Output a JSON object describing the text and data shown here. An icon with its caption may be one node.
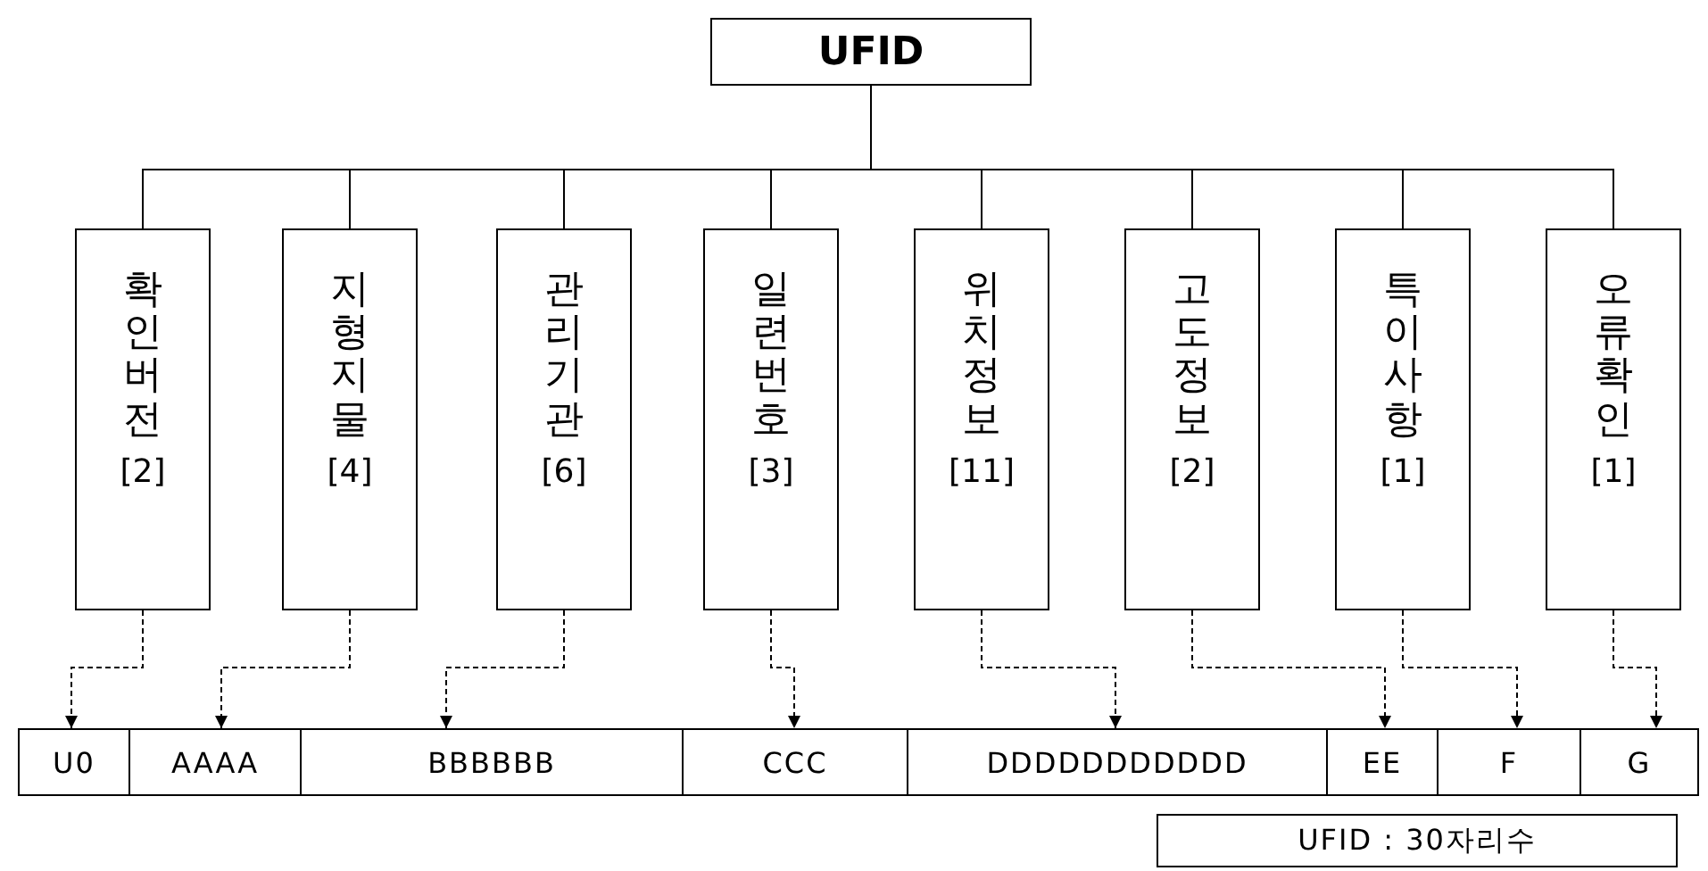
{
  "diagram": {
    "nodes": [
      {
        "text": [
          "UFID"
        ]
      },
      {
        "text": [
          "확인버전",
          "[2]"
        ]
      },
      {
        "text": [
          "지형지물",
          "[4]"
        ]
      },
      {
        "text": [
          "관리기관",
          "[6]"
        ]
      },
      {
        "text": [
          "일련번호",
          "[3]"
        ]
      },
      {
        "text": [
          "위치정보",
          "[11]"
        ]
      },
      {
        "text": [
          "고도정보",
          "[2]"
        ]
      },
      {
        "text": [
          "특이사항",
          "[1]"
        ]
      },
      {
        "text": [
          "오류확인",
          "[1]"
        ]
      },
      {
        "text": [
          "U0"
        ]
      },
      {
        "text": [
          "AAAA"
        ]
      },
      {
        "text": [
          "BBBBBB"
        ]
      },
      {
        "text": [
          "CCC"
        ]
      },
      {
        "text": [
          "DDDDDDDDDDD"
        ]
      },
      {
        "text": [
          "EE"
        ]
      },
      {
        "text": [
          "F"
        ]
      },
      {
        "text": [
          "G"
        ]
      },
      {
        "text": [
          "UFID : 30자리수"
        ]
      }
    ],
    "edges": [
      {
        "from": 0,
        "to": 1,
        "arrow": "none"
      },
      {
        "from": 0,
        "to": 2,
        "arrow": "none"
      },
      {
        "from": 0,
        "to": 3,
        "arrow": "none"
      },
      {
        "from": 0,
        "to": 4,
        "arrow": "none"
      },
      {
        "from": 0,
        "to": 5,
        "arrow": "none"
      },
      {
        "from": 0,
        "to": 6,
        "arrow": "none"
      },
      {
        "from": 0,
        "to": 7,
        "arrow": "none"
      },
      {
        "from": 0,
        "to": 8,
        "arrow": "none"
      },
      {
        "from": 1,
        "to": 9,
        "arrow": "to",
        "style": "dashed"
      },
      {
        "from": 2,
        "to": 10,
        "arrow": "to",
        "style": "dashed"
      },
      {
        "from": 3,
        "to": 11,
        "arrow": "to",
        "style": "dashed"
      },
      {
        "from": 4,
        "to": 12,
        "arrow": "to",
        "style": "dashed"
      },
      {
        "from": 5,
        "to": 13,
        "arrow": "to",
        "style": "dashed"
      },
      {
        "from": 6,
        "to": 14,
        "arrow": "to",
        "style": "dashed"
      },
      {
        "from": 7,
        "to": 15,
        "arrow": "to",
        "style": "dashed"
      },
      {
        "from": 8,
        "to": 16,
        "arrow": "to",
        "style": "dashed"
      }
    ]
  }
}
